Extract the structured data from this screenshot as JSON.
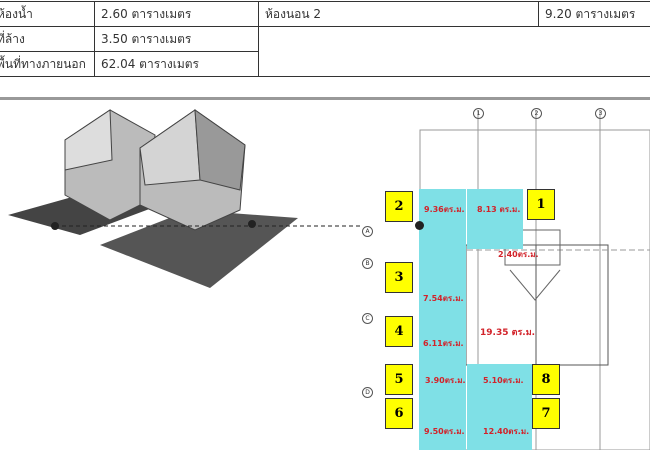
{
  "table": {
    "rows": [
      {
        "label": "ห้องน้ำ",
        "value": "2.60 ตารางเมตร",
        "label2": "ห้องนอน 2",
        "value2": "9.20 ตารางเมตร"
      },
      {
        "label": "ที่ล้าง",
        "value": "3.50 ตารางเมตร"
      },
      {
        "label": "พื้นที่ทางภายนอก",
        "value": "62.04 ตารางเมตร"
      }
    ]
  },
  "plan": {
    "zones": [
      {
        "num": "1",
        "area": "8.13 ตร.ม."
      },
      {
        "num": "2",
        "area": "9.36ตร.ม."
      },
      {
        "num": "3",
        "area": "7.54ตร.ม."
      },
      {
        "num": "4",
        "area": "6.11ตร.ม."
      },
      {
        "num": "5",
        "area": "3.90ตร.ม."
      },
      {
        "num": "6",
        "area": "9.50ตร.ม."
      },
      {
        "num": "7",
        "area": "12.40ตร.ม."
      },
      {
        "num": "8",
        "area": "5.10ตร.ม."
      }
    ],
    "main_area": "19.35 ตร.ม.",
    "stair_area": "2.40ตร.ม.",
    "grid_cols": [
      "1",
      "2",
      "3"
    ],
    "grid_rows": [
      "A",
      "B",
      "C",
      "D"
    ]
  }
}
